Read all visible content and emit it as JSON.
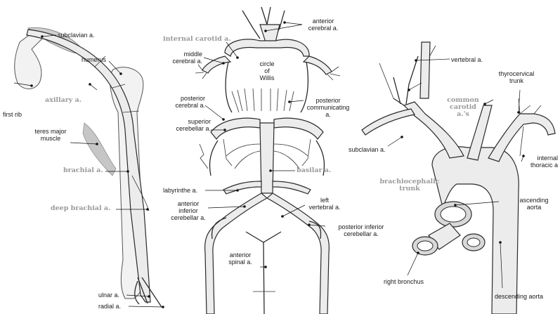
{
  "labels": {
    "subclavian_left": "subclavian a.",
    "humerus": "humerus",
    "first_rib": "first rib",
    "axillary": "axillary a.",
    "teres_major": "teres major",
    "muscle": "muscle",
    "brachial": "brachial a.",
    "deep_brachial": "deep brachial a.",
    "ulnar": "ulnar a.",
    "radial": "radial a.",
    "internal_carotid": "internal carotid a.",
    "anterior": "anterior",
    "cerebral_a": "cerebral a.",
    "middle": "middle",
    "middle_cerebral_a": "cerebral a.",
    "circle": "circle",
    "of": "of",
    "willis": "Willis",
    "posterior": "posterior",
    "posterior_cerebral_a": "cerebral a.",
    "posterior2": "posterior",
    "communicating": "communicating",
    "a_short": "a.",
    "superior": "superior",
    "cerebellar_a": "cerebellar a.",
    "basilar": "basilar a.",
    "labyrinthe": "labyrinthe a.",
    "anterior2": "anterior",
    "inferior": "inferior",
    "cerebellar_a2": "cerebellar a.",
    "left": "left",
    "vertebral_a": "vertebral a.",
    "posterior_inferior": "posterior inferior",
    "cerebellar_a3": "cerebellar a.",
    "anterior3": "anterior",
    "spinal_a": "spinal a.",
    "vertebral_right": "vertebral a.",
    "thyrocervical": "thyrocervical",
    "trunk": "trunk",
    "common": "common",
    "carotid": "carotid",
    "as": "a.'s",
    "subclavian_right": "subclavian a.",
    "internal": "internal",
    "thoracic": "thoracic  a",
    "brachiocephalic": "brachiocephalic",
    "trunk2": "trunk",
    "ascending": "ascending",
    "aorta": "aorta",
    "right_bronchus": "right bronchus",
    "descending_aorta": "descending aorta"
  },
  "colors": {
    "ink": "#1a1a1a",
    "gray_label": "#9a9a9a",
    "vessel_fill": "#e9e9e9",
    "vessel_stroke": "#2a2a2a"
  }
}
